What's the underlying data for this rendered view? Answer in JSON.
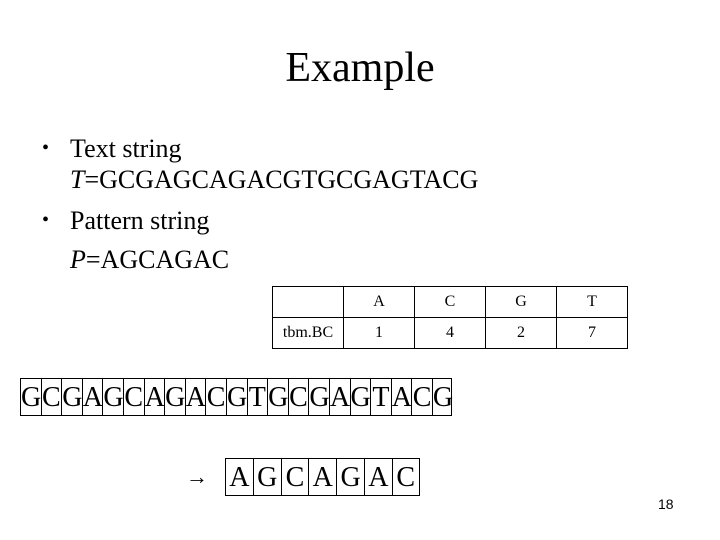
{
  "title": "Example",
  "bullets": [
    {
      "label": "Text string",
      "var": "T",
      "eq": "=GCGAGCAGACGTGCGAGTACG"
    },
    {
      "label": "Pattern string",
      "var": "P",
      "eq": "=AGCAGAC"
    }
  ],
  "table": {
    "row_label": "tbm.BC",
    "headers": [
      "A",
      "C",
      "G",
      "T"
    ],
    "values": [
      "1",
      "4",
      "2",
      "7"
    ]
  },
  "text_chars": [
    "G",
    "C",
    "G",
    "A",
    "G",
    "C",
    "A",
    "G",
    "A",
    "C",
    "G",
    "T",
    "G",
    "C",
    "G",
    "A",
    "G",
    "T",
    "A",
    "C",
    "G"
  ],
  "arrow": "→",
  "pattern_chars": [
    "A",
    "G",
    "C",
    "A",
    "G",
    "A",
    "C"
  ],
  "page_number": "18"
}
